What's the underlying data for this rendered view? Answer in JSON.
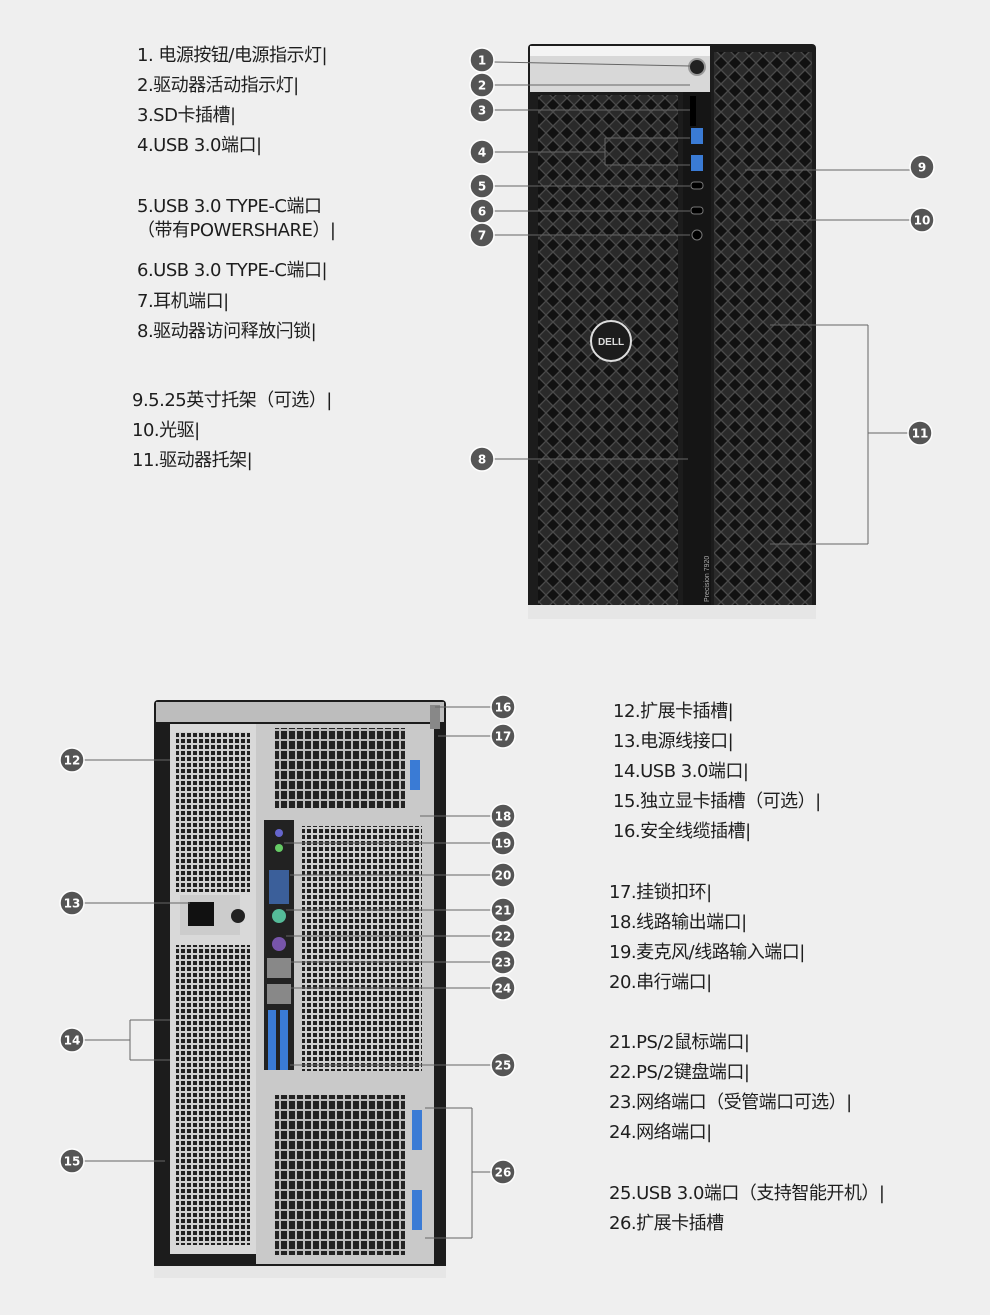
{
  "front_labels": [
    "1. 电源按钮/电源指示灯|",
    "2.驱动器活动指示灯|",
    "3.SD卡插槽|",
    "4.USB 3.0端口|",
    "5.USB 3.0 TYPE-C端口",
    "（带有POWERSHARE）|",
    "6.USB 3.0 TYPE-C端口|",
    "7.耳机端口|",
    "8.驱动器访问释放闩锁|",
    "9.5.25英寸托架（可选）|",
    "10.光驱|",
    "11.驱动器托架|"
  ],
  "back_labels": [
    "12.扩展卡插槽|",
    "13.电源线接口|",
    "14.USB 3.0端口|",
    "15.独立显卡插槽（可选）|",
    "16.安全线缆插槽|",
    "17.挂锁扣环|",
    "18.线路输出端口|",
    "19.麦克风/线路输入端口|",
    "20.串行端口|",
    "21.PS/2鼠标端口|",
    "22.PS/2键盘端口|",
    "23.网络端口（受管端口可选）|",
    "24.网络端口|",
    "25.USB 3.0端口（支持智能开机）|",
    "26.扩展卡插槽"
  ],
  "callouts": [
    "1",
    "2",
    "3",
    "4",
    "5",
    "6",
    "7",
    "8",
    "9",
    "10",
    "11",
    "12",
    "13",
    "14",
    "15",
    "16",
    "17",
    "18",
    "19",
    "20",
    "21",
    "22",
    "23",
    "24",
    "25",
    "26"
  ],
  "brand_logo": "DELL",
  "model_text": "Precision 7920",
  "colors": {
    "background": "#efefef",
    "callout": "#555555",
    "chassis": "#1c1c1c"
  }
}
